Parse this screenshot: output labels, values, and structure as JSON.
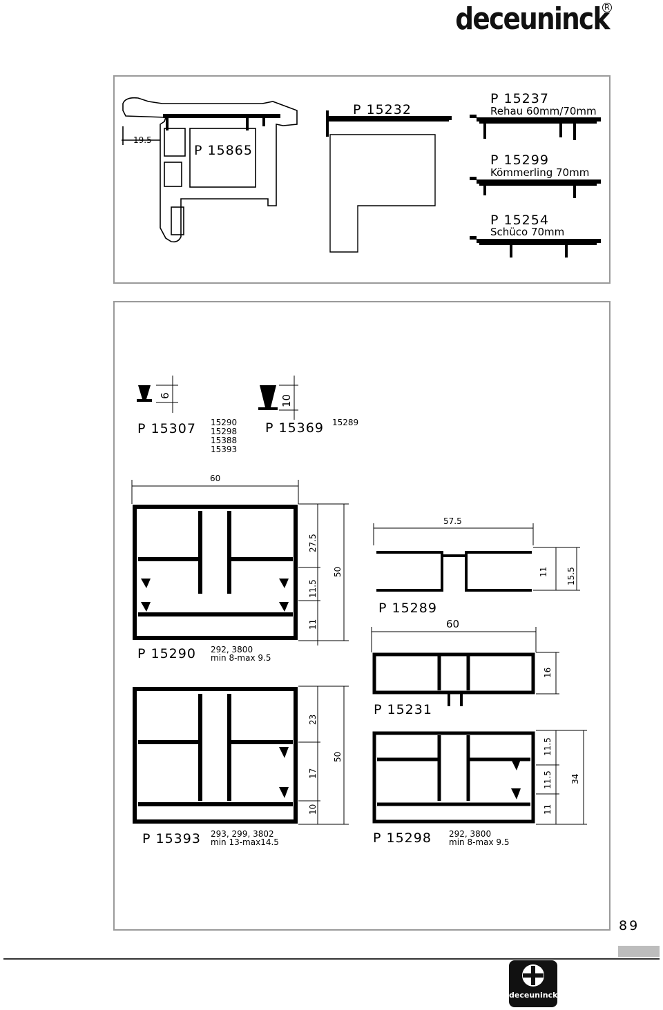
{
  "header": {
    "brand": "deceuninck",
    "reg_mark": "R"
  },
  "top_panel": {
    "dim_19_5": "19.5",
    "p15865": "P 15865",
    "p15232": "P 15232",
    "p15237": "P 15237",
    "p15237_sub": "Rehau 60mm/70mm",
    "p15299": "P 15299",
    "p15299_sub": "Kömmerling 70mm",
    "p15254": "P 15254",
    "p15254_sub": "Schüco 70mm"
  },
  "bottom_panel": {
    "seal1_dim": "6",
    "seal1_code": "P 15307",
    "seal1_list": [
      "15290",
      "15298",
      "15388",
      "15393"
    ],
    "seal2_dim": "10",
    "seal2_code": "P 15369",
    "seal2_list": [
      "15289"
    ],
    "p15290": {
      "code": "P 15290",
      "width": "60",
      "dims": [
        "27.5",
        "11.5",
        "11",
        "50"
      ],
      "note1": "292, 3800",
      "note2": "min 8-max 9.5"
    },
    "p15289": {
      "code": "P 15289",
      "width": "57.5",
      "dims": [
        "11",
        "15.5"
      ]
    },
    "p15231": {
      "code": "P 15231",
      "width": "60",
      "dims": [
        "16"
      ]
    },
    "p15393": {
      "code": "P 15393",
      "dims": [
        "23",
        "17",
        "10",
        "50"
      ],
      "note1": "293, 299, 3802",
      "note2": "min 13-max14.5"
    },
    "p15298": {
      "code": "P 15298",
      "dims": [
        "11.5",
        "11.5",
        "11",
        "34"
      ],
      "note1": "292, 3800",
      "note2": "min 8-max 9.5"
    }
  },
  "footer": {
    "page_number": "89",
    "logo_text": "deceuninck"
  }
}
